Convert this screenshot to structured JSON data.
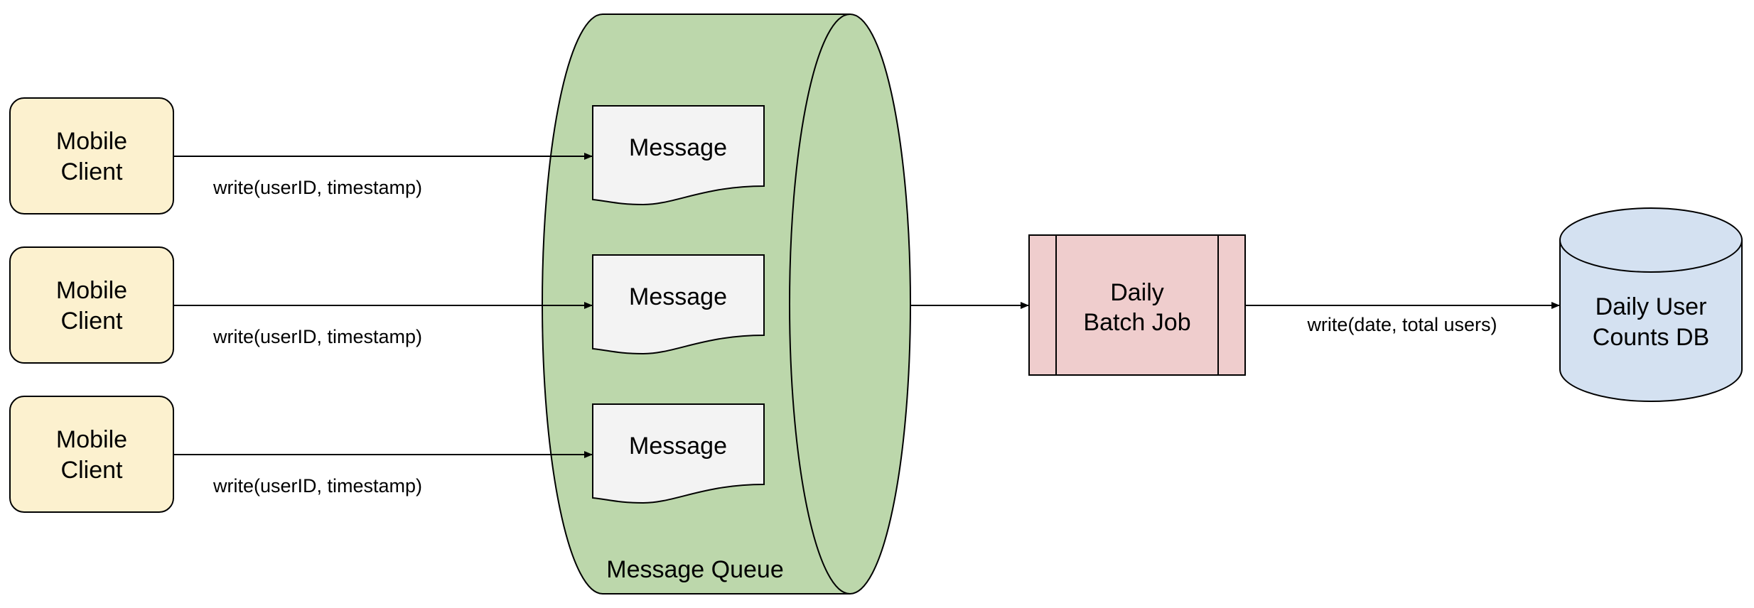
{
  "colors": {
    "client_fill": "#fcf1cf",
    "queue_fill": "#bcd7ab",
    "message_fill": "#f3f3f3",
    "job_fill": "#efcdcd",
    "db_fill": "#d4e1f1",
    "stroke": "#000000"
  },
  "clients": [
    {
      "line1": "Mobile",
      "line2": "Client",
      "edge_label": "write(userID, timestamp)"
    },
    {
      "line1": "Mobile",
      "line2": "Client",
      "edge_label": "write(userID, timestamp)"
    },
    {
      "line1": "Mobile",
      "line2": "Client",
      "edge_label": "write(userID, timestamp)"
    }
  ],
  "queue": {
    "label": "Message Queue",
    "messages": [
      "Message",
      "Message",
      "Message"
    ]
  },
  "batch_job": {
    "line1": "Daily",
    "line2": "Batch Job"
  },
  "job_to_db_label": "write(date, total users)",
  "database": {
    "line1": "Daily User",
    "line2": "Counts DB"
  }
}
